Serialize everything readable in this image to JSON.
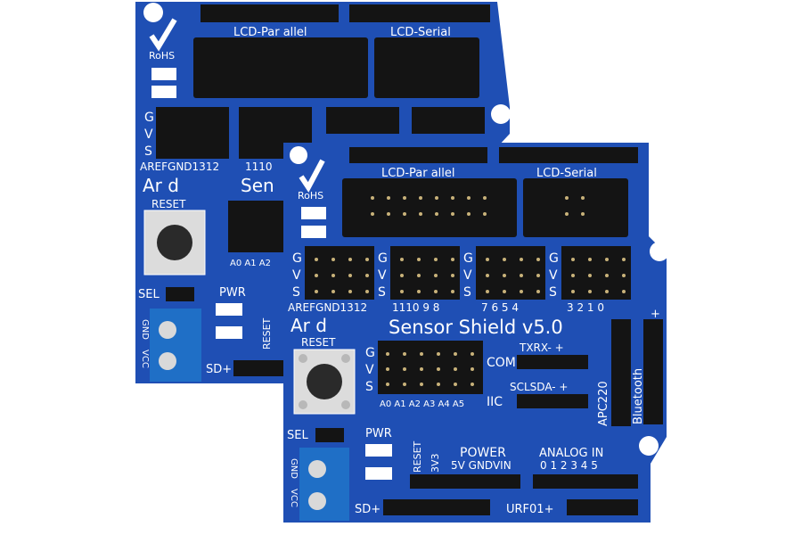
{
  "colors": {
    "background": "#ffffff",
    "board": "#1f4fb4",
    "board_dark": "#173f93",
    "header_black": "#141414",
    "pin_gold": "#c9b27a",
    "terminal_blue": "#1f6fc6",
    "silkscreen": "#ffffff"
  },
  "back_board": {
    "rohs": "RoHS",
    "lcd_parallel": "LCD-Par allel",
    "lcd_serial": "LCD-Serial",
    "aref_label": "AREFGND1312",
    "pins_11_label": "1110",
    "ard_label": "Ar d",
    "sensor_partial": "Sen",
    "reset": "RESET",
    "analog_small": "A0  A1  A2",
    "sel": "SEL",
    "pwr": "PWR",
    "gnd": "GND",
    "vcc": "VCC",
    "sd": "SD+",
    "reset_vertical": "RESET",
    "gvs": [
      "G",
      "V",
      "S"
    ]
  },
  "front_board": {
    "rohs": "RoHS",
    "lcd_parallel": "LCD-Par allel",
    "lcd_serial": "LCD-Serial",
    "aref_label": "AREFGND1312",
    "pins_11_8": "1110 9  8",
    "pins_7_4": "7  6  5  4",
    "pins_3_0": "3  2  1  0",
    "ard_label": "Ar d",
    "title": "Sensor Shield v5.0",
    "reset": "RESET",
    "txrx": "TXRX- +",
    "com": "COM",
    "scl_sda": "SCLSDA- +",
    "iic": "IIC",
    "analog_pins": "A0  A1  A2  A3  A4  A5",
    "apc220": "APC220",
    "bluetooth": "Bluetooth",
    "sel": "SEL",
    "pwr": "PWR",
    "gnd": "GND",
    "vcc": "VCC",
    "reset_vertical": "RESET",
    "power": "POWER",
    "v33": "3V3",
    "power_pins": "5V GNDVIN",
    "analog_in": "ANALOG  IN",
    "analog_numbers": "0 1 2 3 4 5",
    "sd": "SD+",
    "urf": "URF01+",
    "gvs": [
      "G",
      "V",
      "S"
    ],
    "plus": "+"
  }
}
